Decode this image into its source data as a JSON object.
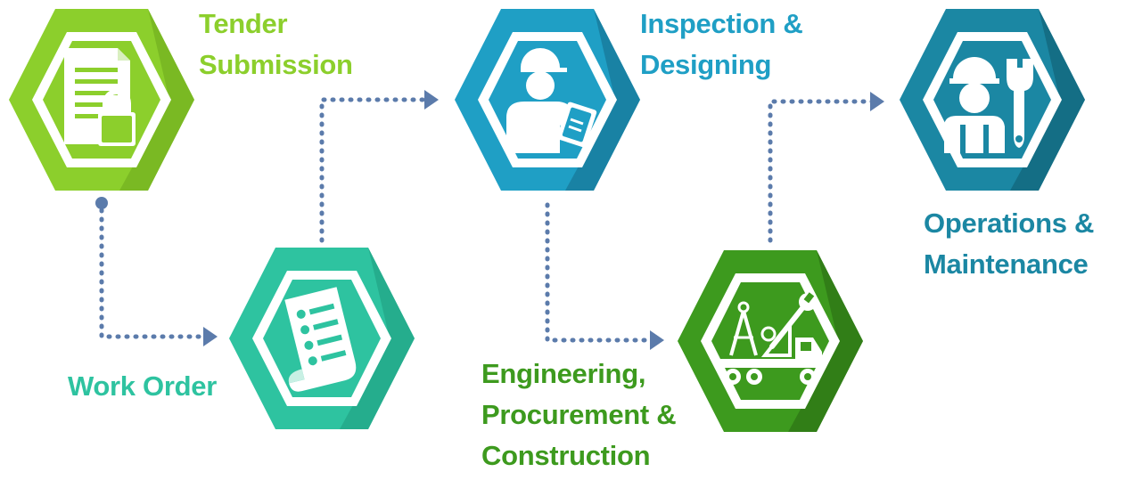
{
  "steps": [
    {
      "id": "tender",
      "label": "Tender\nSubmission",
      "color": "#8ccf2c",
      "icon": "document-lock-icon"
    },
    {
      "id": "work_order",
      "label": "Work Order",
      "color": "#2ec3a0",
      "icon": "checklist-scroll-icon"
    },
    {
      "id": "inspection",
      "label": "Inspection &\nDesigning",
      "color": "#1f9fc5",
      "icon": "inspector-clipboard-icon"
    },
    {
      "id": "epc",
      "label": "Engineering,\nProcurement &\nConstruction",
      "color": "#3d9a1e",
      "icon": "engineering-truck-icon"
    },
    {
      "id": "operations",
      "label": "Operations &\nMaintenance",
      "color": "#1b87a3",
      "icon": "worker-wrench-icon"
    }
  ],
  "connector_color": "#5b7bab"
}
